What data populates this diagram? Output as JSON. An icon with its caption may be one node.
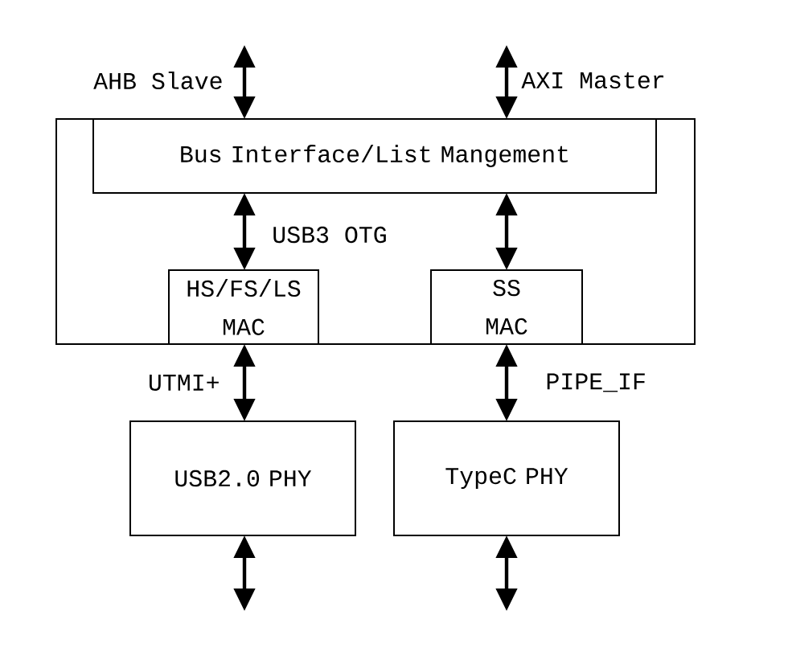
{
  "diagram": {
    "nodes": [
      {
        "text": [
          "USB3 OTG"
        ]
      },
      {
        "text": [
          "Bus Interface/List Mangement"
        ],
        "in": 0
      },
      {
        "text": [
          "HS/FS/LS MAC"
        ],
        "in": 0
      },
      {
        "text": [
          "SS MAC"
        ],
        "in": 0
      },
      {
        "text": [
          "USB2.0 PHY"
        ]
      },
      {
        "text": [
          "TypeC PHY"
        ]
      }
    ],
    "edges": [
      {
        "from": null,
        "to": 1,
        "arrow": "both",
        "label": "AHB Slave"
      },
      {
        "from": null,
        "to": 1,
        "arrow": "both",
        "label": "AXI Master"
      },
      {
        "from": 1,
        "to": 2,
        "arrow": "both"
      },
      {
        "from": 1,
        "to": 3,
        "arrow": "both"
      },
      {
        "from": 2,
        "to": 4,
        "arrow": "both",
        "label": "UTMI+"
      },
      {
        "from": 3,
        "to": 5,
        "arrow": "both",
        "label": "PIPE_IF"
      },
      {
        "from": 4,
        "to": null,
        "arrow": "both"
      },
      {
        "from": 5,
        "to": null,
        "arrow": "both"
      }
    ]
  }
}
